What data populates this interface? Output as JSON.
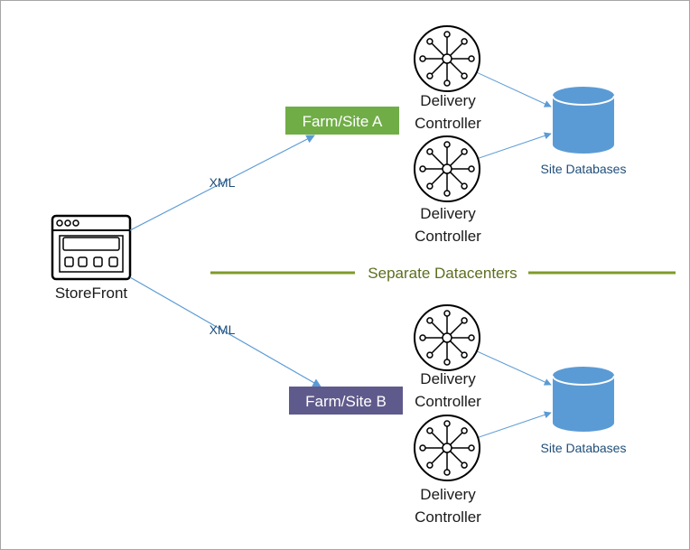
{
  "storefront": {
    "label": "StoreFront",
    "icon": "storefront-window-icon"
  },
  "connections": {
    "top_label": "XML",
    "bottom_label": "XML",
    "line_color": "#5b9bd5"
  },
  "separator": {
    "label": "Separate Datacenters",
    "color": "#7f9a2a"
  },
  "site_a": {
    "label": "Farm/Site A",
    "color": "#70ad47",
    "controllers": [
      {
        "line1": "Delivery",
        "line2": "Controller",
        "icon": "delivery-controller-hub-icon"
      },
      {
        "line1": "Delivery",
        "line2": "Controller",
        "icon": "delivery-controller-hub-icon"
      }
    ],
    "database": {
      "label": "Site Databases",
      "icon": "database-cylinder-icon",
      "color": "#5b9bd5"
    }
  },
  "site_b": {
    "label": "Farm/Site B",
    "color": "#5f5a8c",
    "controllers": [
      {
        "line1": "Delivery",
        "line2": "Controller",
        "icon": "delivery-controller-hub-icon"
      },
      {
        "line1": "Delivery",
        "line2": "Controller",
        "icon": "delivery-controller-hub-icon"
      }
    ],
    "database": {
      "label": "Site Databases",
      "icon": "database-cylinder-icon",
      "color": "#5b9bd5"
    }
  }
}
